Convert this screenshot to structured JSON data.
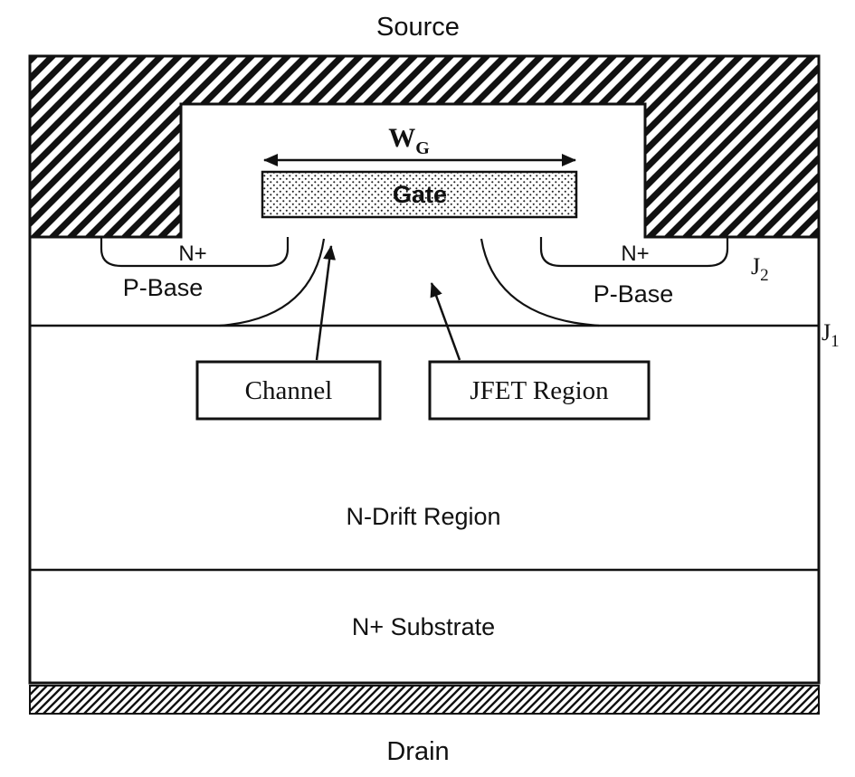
{
  "diagram": {
    "kind": "power-mosfet-cross-section",
    "labels": {
      "source": "Source",
      "drain": "Drain",
      "gate": "Gate",
      "gate_width": {
        "main": "W",
        "sub": "G"
      },
      "n_plus_left": "N+",
      "n_plus_right": "N+",
      "p_base_left": "P-Base",
      "p_base_right": "P-Base",
      "junction_j2": {
        "main": "J",
        "sub": "2"
      },
      "junction_j1": {
        "main": "J",
        "sub": "1"
      },
      "channel": "Channel",
      "jfet_region": "JFET Region",
      "n_drift": "N-Drift Region",
      "n_substrate": "N+ Substrate"
    },
    "colors": {
      "ink": "#111111",
      "background": "#ffffff"
    }
  }
}
